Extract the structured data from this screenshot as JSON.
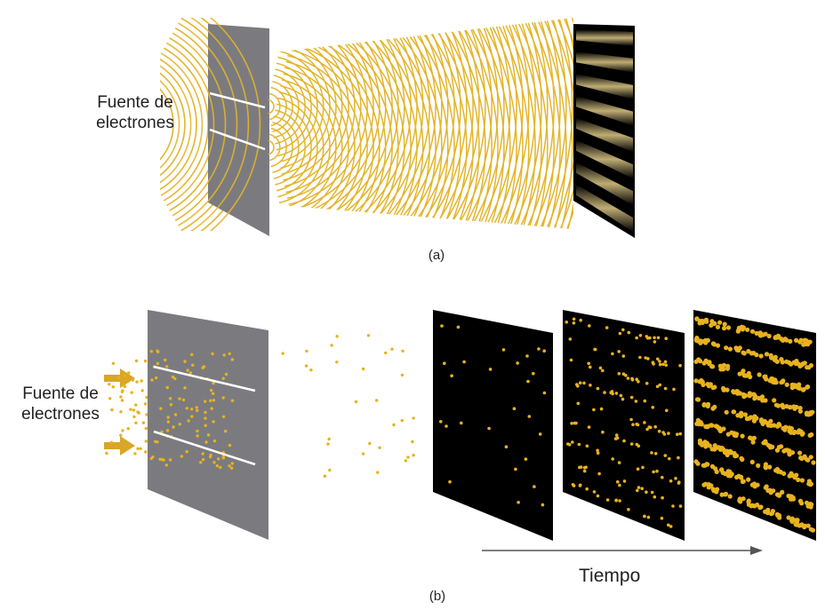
{
  "panel_a": {
    "source_label_line1": "Fuente de",
    "source_label_line2": "electrones",
    "caption": "(a)"
  },
  "panel_b": {
    "source_label_line1": "Fuente de",
    "source_label_line2": "electrones",
    "caption": "(b)",
    "time_label": "Tiempo"
  },
  "colors": {
    "wave": "#e3b52a",
    "dot": "#e8b21e",
    "barrier": "#7b7b7f",
    "screen": "#000000",
    "slit": "#ffffff",
    "arrow": "#d9a627",
    "time_arrow": "#555555"
  }
}
